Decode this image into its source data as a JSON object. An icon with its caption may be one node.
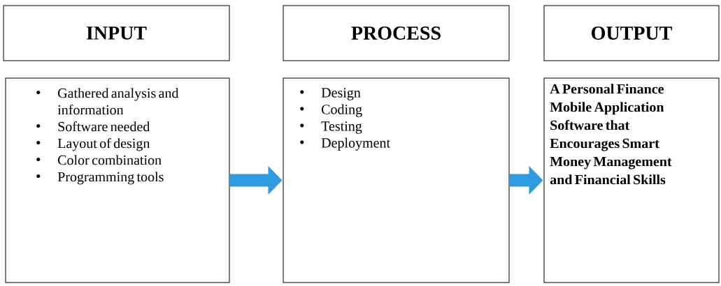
{
  "diagram": {
    "nodes": [
      {
        "text": [
          "INPUT"
        ]
      },
      {
        "text": [
          "PROCESS"
        ]
      },
      {
        "text": [
          "OUTPUT"
        ]
      },
      {
        "text": [
          "Gathered analysis and information",
          "Software needed",
          "Layout of design",
          "Color combination",
          "Programming tools"
        ]
      },
      {
        "text": [
          "Design",
          "Coding",
          "Testing",
          "Deployment"
        ]
      },
      {
        "text": [
          "A Personal Finance Mobile Application Software that Encourages Smart Money Management and Financial Skills"
        ]
      }
    ],
    "edges": [
      {
        "from": 3,
        "to": 4,
        "arrow": "to"
      },
      {
        "from": 4,
        "to": 5,
        "arrow": "to"
      }
    ]
  }
}
